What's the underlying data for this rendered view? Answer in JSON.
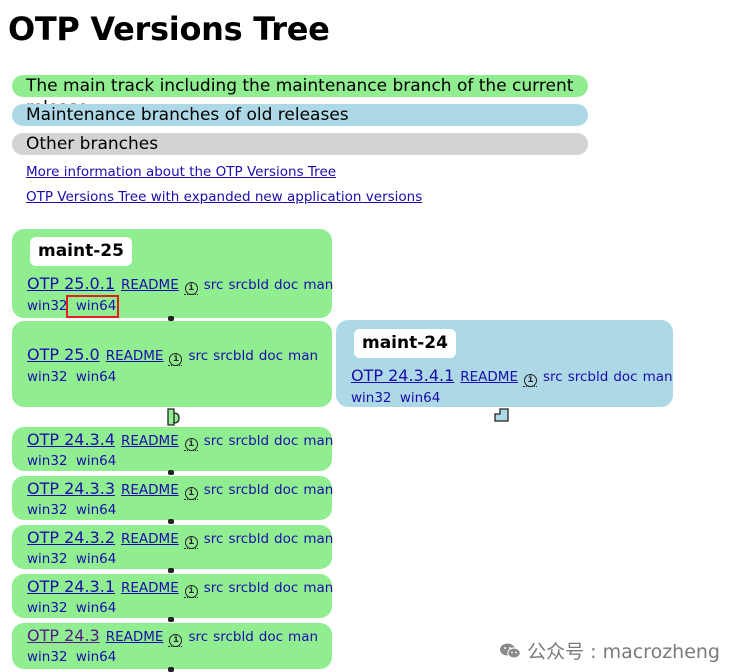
{
  "title": "OTP Versions Tree",
  "legend": {
    "main": "The main track including the maintenance branch of the current release",
    "maint": "Maintenance branches of old releases",
    "other": "Other branches"
  },
  "links": {
    "more_info": "More information about the OTP Versions Tree",
    "expanded": "OTP Versions Tree with expanded new application versions"
  },
  "common": {
    "readme": "README",
    "info": "i",
    "src": "src",
    "srcbld": "srcbld",
    "doc": "doc",
    "man": "man",
    "win32": "win32",
    "win64": "win64"
  },
  "branches": {
    "maint25": "maint-25",
    "maint24": "maint-24"
  },
  "versions": {
    "v2501": "OTP 25.0.1",
    "v250": "OTP 25.0",
    "v24341": "OTP 24.3.4.1",
    "v2434": "OTP 24.3.4",
    "v2433": "OTP 24.3.3",
    "v2432": "OTP 24.3.2",
    "v2431": "OTP 24.3.1",
    "v243": "OTP 24.3"
  },
  "watermark": "公众号 : macrozheng",
  "colors": {
    "main_track": "#90ee90",
    "maintenance": "#add8e6",
    "other": "#d3d3d3",
    "link": "#1a0dab",
    "highlight": "#e02020"
  }
}
